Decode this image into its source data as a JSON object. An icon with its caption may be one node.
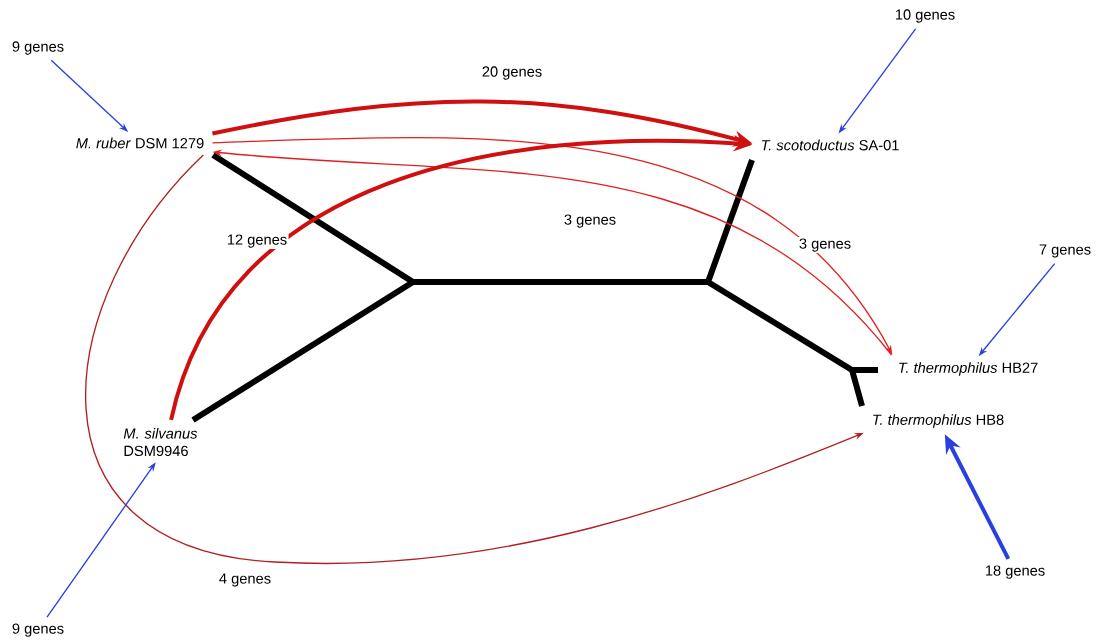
{
  "diagram": {
    "nodes": [
      {
        "text": [
          "*M. ruber* DSM 1279"
        ]
      },
      {
        "text": [
          "*T. scotoductus* SA-01"
        ]
      },
      {
        "text": [
          "*T. thermophilus* HB27"
        ]
      },
      {
        "text": [
          "*T. thermophilus* HB8"
        ]
      },
      {
        "text": [
          "*M. silvanus* DSM9946"
        ]
      },
      {
        "text": [
          "9 genes"
        ]
      },
      {
        "text": [
          "10 genes"
        ]
      },
      {
        "text": [
          "7 genes"
        ]
      },
      {
        "text": [
          "18 genes"
        ]
      },
      {
        "text": [
          "9 genes"
        ]
      }
    ],
    "edges": [
      {
        "from": 0,
        "to": 1,
        "arrow": "to",
        "label": "20 genes",
        "style": "thick",
        "color": "#d01010"
      },
      {
        "from": 0,
        "to": 2,
        "arrow": "to",
        "label": "3 genes",
        "color": "#e02020"
      },
      {
        "from": 2,
        "to": 0,
        "arrow": "to",
        "label": "3 genes",
        "color": "#e02020"
      },
      {
        "from": 4,
        "to": 1,
        "arrow": "to",
        "label": "12 genes",
        "style": "thick",
        "color": "#d01010"
      },
      {
        "from": 0,
        "to": 3,
        "arrow": "to",
        "label": "4 genes",
        "color": "#b02020"
      },
      {
        "from": 5,
        "to": 0,
        "arrow": "to",
        "color": "#2a3fe0"
      },
      {
        "from": 6,
        "to": 1,
        "arrow": "to",
        "color": "#2a3fe0"
      },
      {
        "from": 7,
        "to": 2,
        "arrow": "to",
        "color": "#2a3fe0"
      },
      {
        "from": 8,
        "to": 3,
        "arrow": "to",
        "style": "thick",
        "color": "#2a3fe0"
      },
      {
        "from": 9,
        "to": 4,
        "arrow": "to",
        "color": "#2a3fe0"
      }
    ]
  }
}
